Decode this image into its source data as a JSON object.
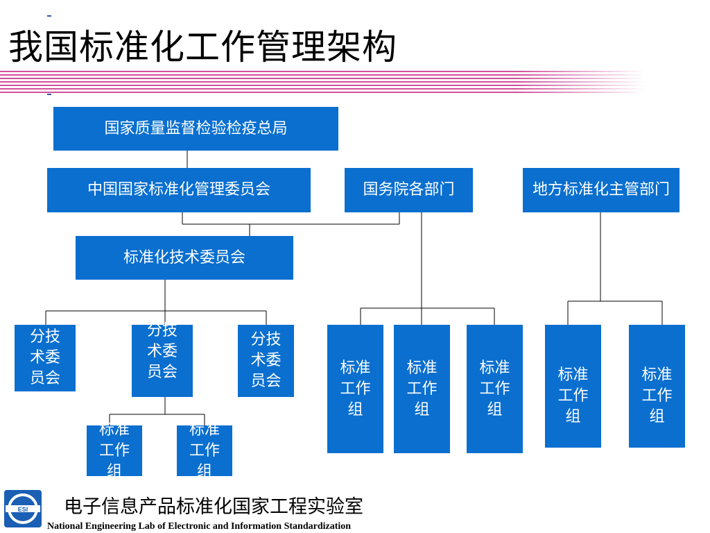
{
  "title": "我国标准化工作管理架构",
  "diagram": {
    "root": "国家质量监督检验检疫总局",
    "sac": "中国国家标准化管理委员会",
    "state_council": "国务院各部门",
    "local": "地方标准化主管部门",
    "tc": "标准化技术委员会",
    "sc_1": "分技术委员会",
    "sc_2": "分技术委员会",
    "sc_3": "分技术委员会",
    "wg_sc_a": "标准工作组",
    "wg_sc_b": "标准工作组",
    "wg_dept_1": "标准工作组",
    "wg_dept_2": "标准工作组",
    "wg_dept_3": "标准工作组",
    "wg_local_1": "标准工作组",
    "wg_local_2": "标准工作组"
  },
  "footer": {
    "lab_name_cn": "电子信息产品标准化国家工程实验室",
    "lab_name_en": "National Engineering Lab of Electronic and Information Standardization",
    "logo_text": "ESI"
  },
  "colors": {
    "box_fill": "#0a6fcf",
    "stripe": "#d0509a"
  }
}
